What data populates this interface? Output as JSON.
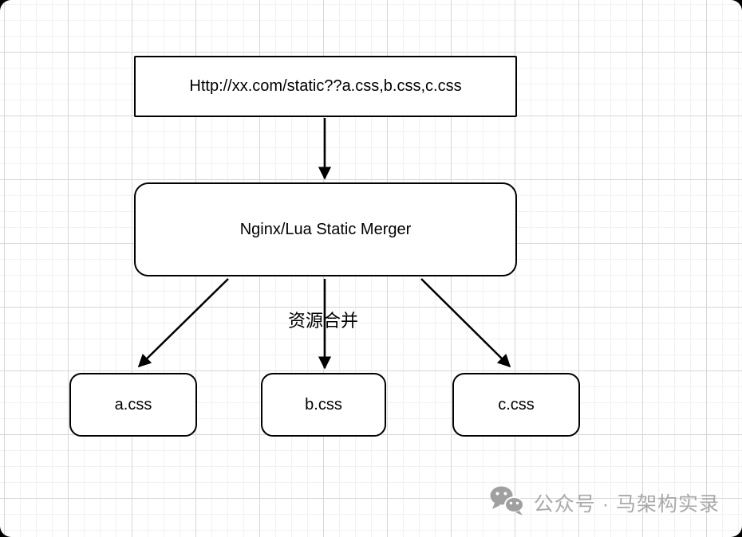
{
  "page": {
    "background": "#000000",
    "canvas_fill": "#ffffff",
    "grid_minor_color": "#f1f1f1",
    "grid_major_color": "#d7d7d7"
  },
  "diagram": {
    "url_box": "Http://xx.com/static??a.css,b.css,c.css",
    "merger_box": "Nginx/Lua Static Merger",
    "merge_label": "资源合并",
    "css_boxes": [
      "a.css",
      "b.css",
      "c.css"
    ],
    "edges": [
      {
        "from": "url_box",
        "to": "merger_box"
      },
      {
        "from": "merger_box",
        "to": "css_a"
      },
      {
        "from": "merger_box",
        "to": "css_b"
      },
      {
        "from": "merger_box",
        "to": "css_c"
      }
    ],
    "line_color": "#000000"
  },
  "watermark": {
    "icon": "wechat-icon",
    "text": "公众号 · 马架构实录",
    "color": "#a9a9a9"
  }
}
